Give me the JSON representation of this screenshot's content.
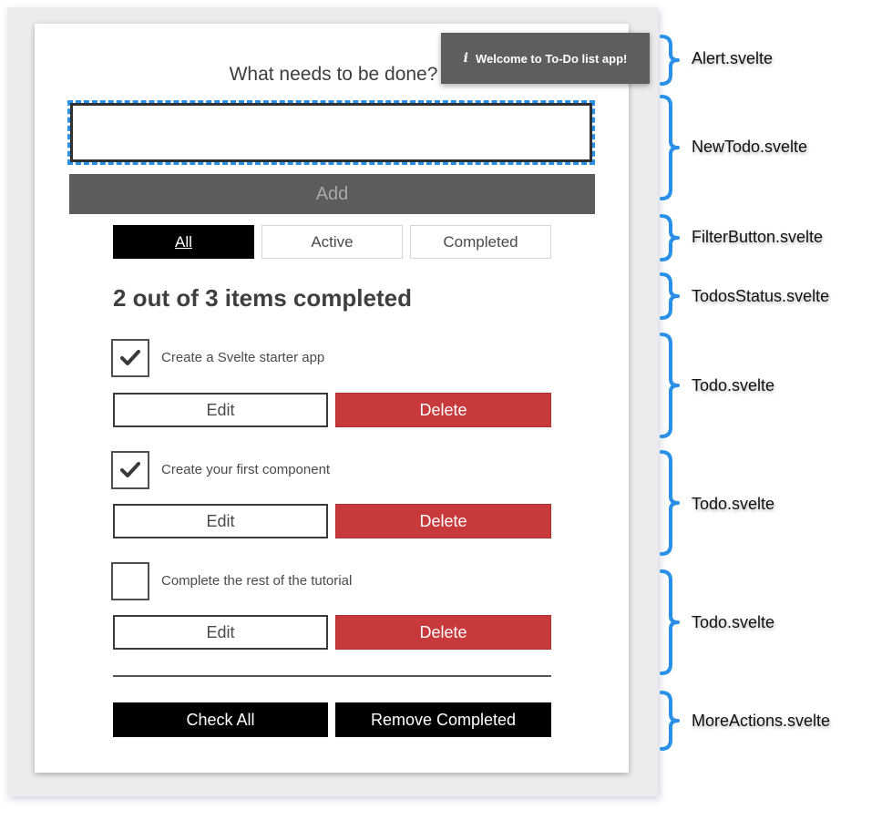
{
  "alert": {
    "icon": "info-icon",
    "icon_glyph": "i",
    "message": "Welcome to To-Do list app!"
  },
  "new_todo": {
    "heading": "What needs to be done?",
    "input_value": "",
    "add_label": "Add"
  },
  "filters": [
    {
      "label": "All",
      "active": true
    },
    {
      "label": "Active",
      "active": false
    },
    {
      "label": "Completed",
      "active": false
    }
  ],
  "status": "2 out of 3 items completed",
  "todos": [
    {
      "label": "Create a Svelte starter app",
      "checked": true,
      "edit_label": "Edit",
      "delete_label": "Delete"
    },
    {
      "label": "Create your first component",
      "checked": true,
      "edit_label": "Edit",
      "delete_label": "Delete"
    },
    {
      "label": "Complete the rest of the tutorial",
      "checked": false,
      "edit_label": "Edit",
      "delete_label": "Delete"
    }
  ],
  "more_actions": {
    "check_all": "Check All",
    "remove_completed": "Remove Completed"
  },
  "components": [
    "Alert.svelte",
    "NewTodo.svelte",
    "FilterButton.svelte",
    "TodosStatus.svelte",
    "Todo.svelte",
    "Todo.svelte",
    "Todo.svelte",
    "MoreActions.svelte"
  ],
  "colors": {
    "accent": "#2a8fe6",
    "danger": "#c8393b",
    "alert_bg": "#5e5e5e",
    "add_bg": "#5c5c5c"
  }
}
